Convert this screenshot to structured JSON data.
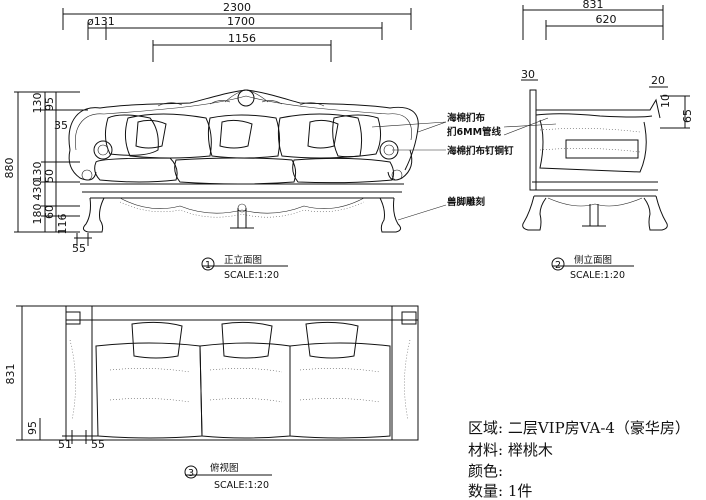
{
  "dimensions": {
    "front_total": "2300",
    "front_arm": "ø131",
    "front_seat": "1700",
    "front_back": "1156",
    "side_total": "831",
    "side_seat": "620",
    "side_30": "30",
    "side_20": "20",
    "side_10": "10",
    "side_65": "65",
    "height_total": "880",
    "h_130_top": "130",
    "h_95": "95",
    "h_35": "35",
    "h_130": "130",
    "h_50": "50",
    "h_430": "430",
    "h_180": "180",
    "h_60": "60",
    "h_116": "116",
    "front_55": "55",
    "plan_depth": "831",
    "plan_95": "95",
    "plan_51": "51",
    "plan_55": "55"
  },
  "annotations": {
    "note1a": "海棉扪布",
    "note1b": "扪6MM管线",
    "note2": "海棉扪布钉铜钉",
    "note3": "兽脚雕刻"
  },
  "views": [
    {
      "num": "1",
      "title": "正立面图",
      "scale": "SCALE:1:20"
    },
    {
      "num": "2",
      "title": "侧立面图",
      "scale": "SCALE:1:20"
    },
    {
      "num": "3",
      "title": "俯视图",
      "scale": "SCALE:1:20"
    }
  ],
  "info": {
    "area": "区域: 二层VIP房VA-4（豪华房）",
    "material": "材料: 榉桃木",
    "color": "颜色:",
    "quantity": "数量: 1件"
  }
}
